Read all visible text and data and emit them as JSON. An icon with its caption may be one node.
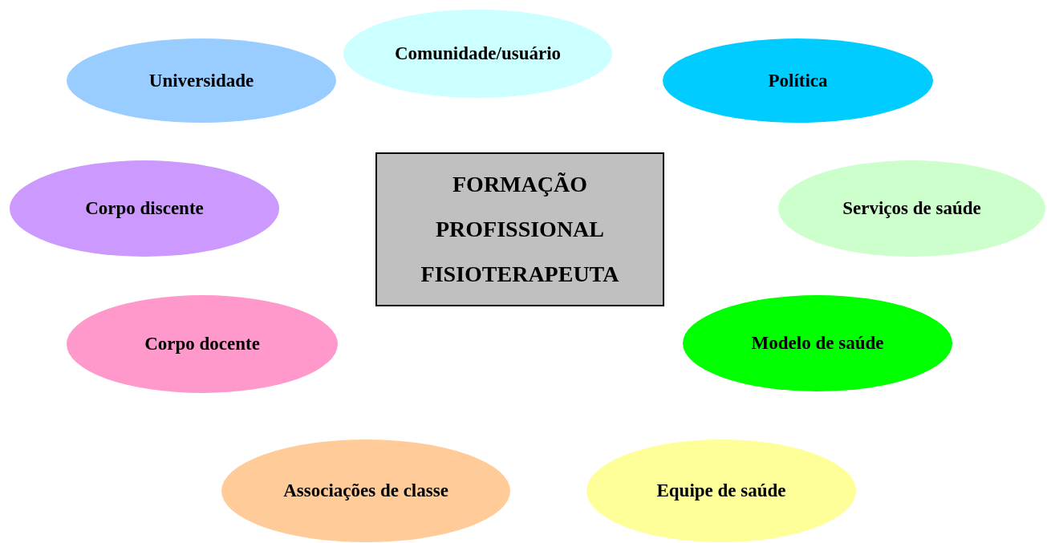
{
  "diagram": {
    "nodes": [
      {
        "text": [
          "Universidade"
        ]
      },
      {
        "text": [
          "Comunidade/usuário"
        ]
      },
      {
        "text": [
          "Política"
        ]
      },
      {
        "text": [
          "FORMAÇÃO PROFISSIONAL FISIOTERAPEUTA"
        ]
      },
      {
        "text": [
          "Corpo discente"
        ]
      },
      {
        "text": [
          "Serviços de saúde"
        ]
      },
      {
        "text": [
          "Corpo docente"
        ]
      },
      {
        "text": [
          "Modelo de saúde"
        ]
      },
      {
        "text": [
          "Associações de classe"
        ]
      },
      {
        "text": [
          "Equipe de saúde"
        ]
      }
    ]
  }
}
